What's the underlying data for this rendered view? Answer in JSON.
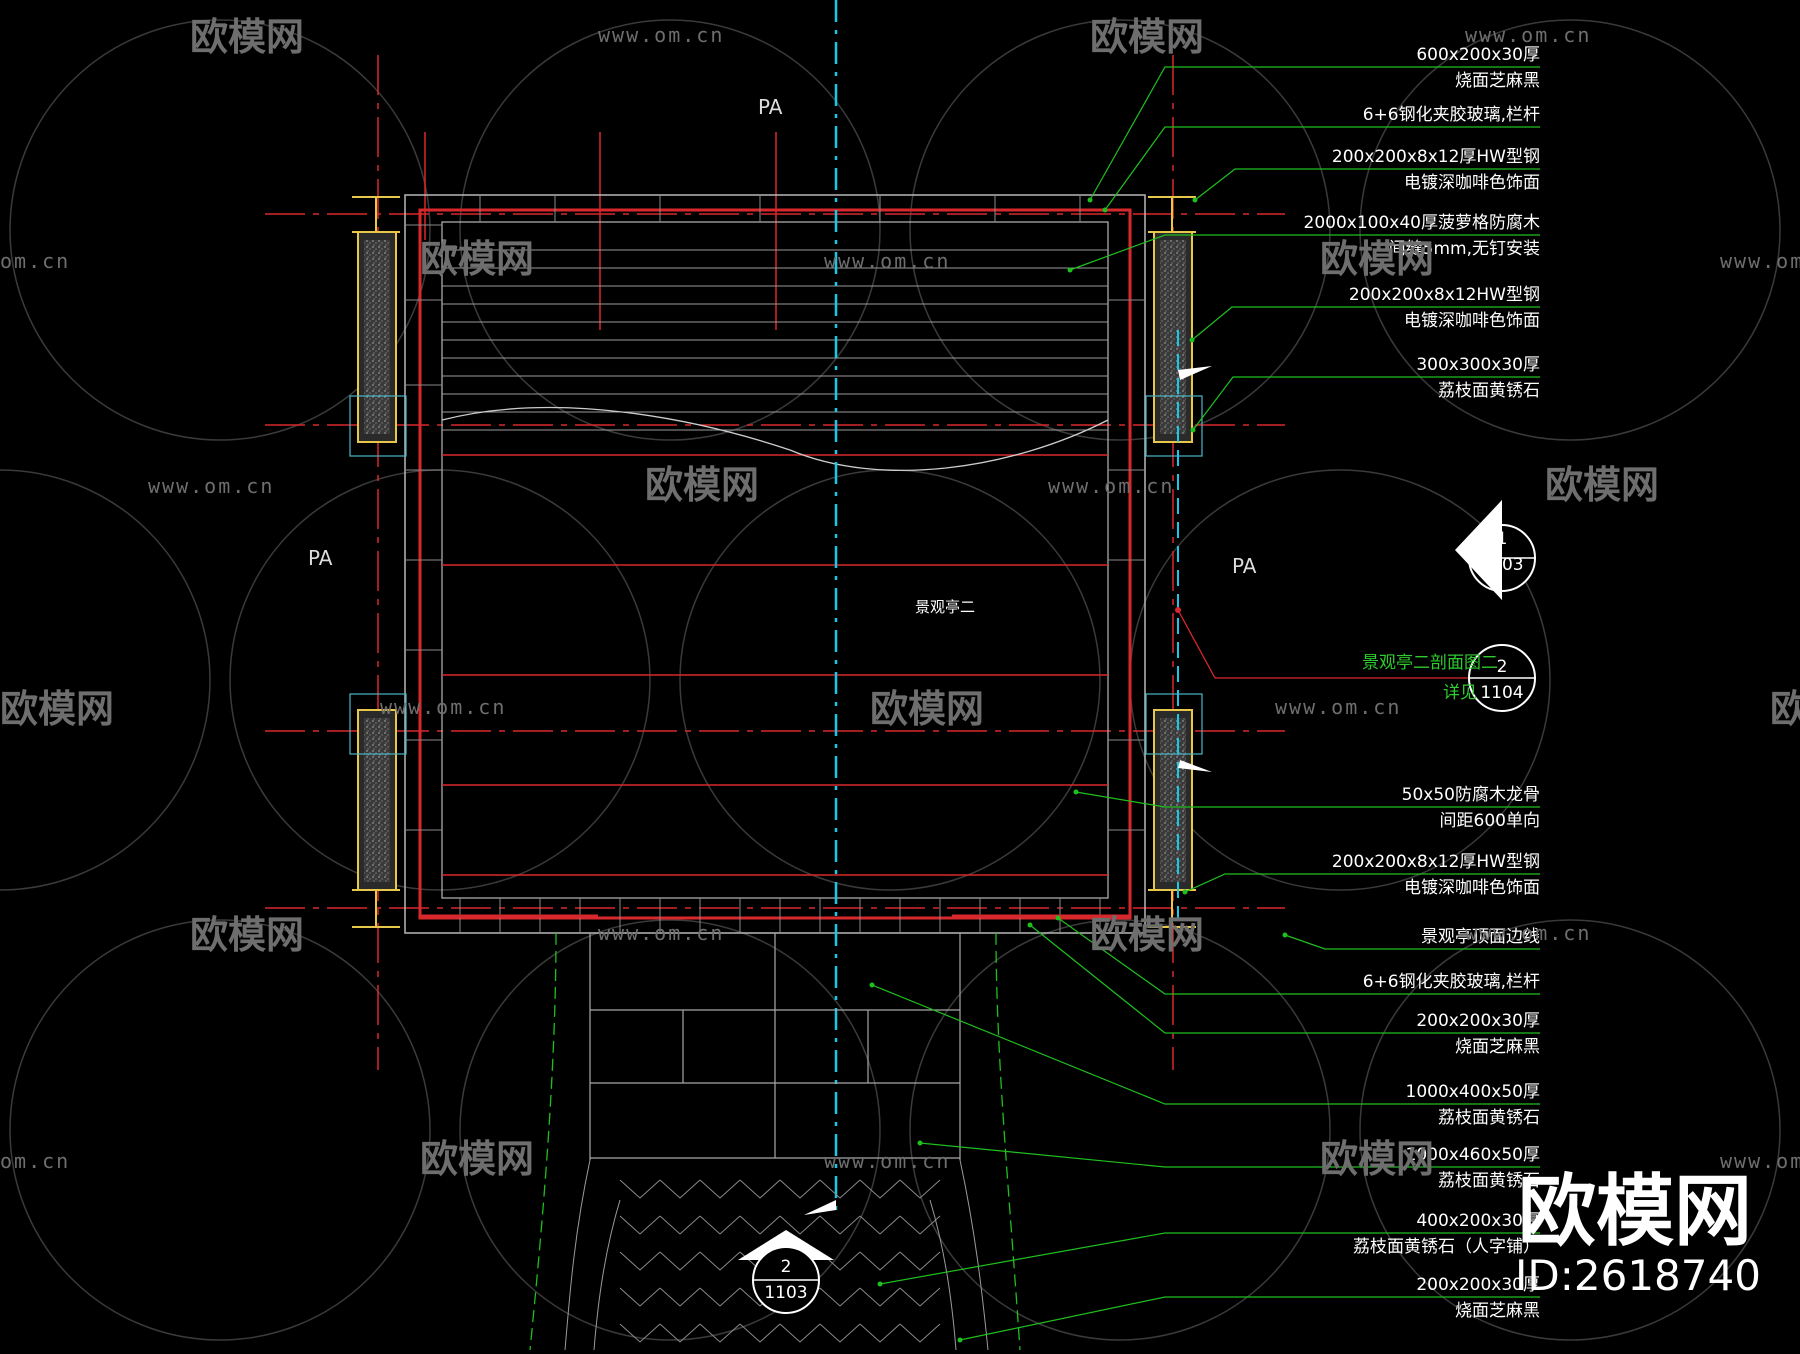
{
  "drawing": {
    "pavilion_name": "景观亭二",
    "pa_marks": [
      "PA",
      "PA",
      "PA"
    ],
    "section_callout": {
      "label_line1": "景观亭二剖面图二",
      "label_line2": "详见"
    }
  },
  "section_markers": [
    {
      "num": "1",
      "sheet": "1103"
    },
    {
      "num": "2",
      "sheet": "1104"
    },
    {
      "num": "2",
      "sheet": "1103"
    }
  ],
  "callouts": [
    {
      "line1": "600x200x30厚",
      "line2": "烧面芝麻黑"
    },
    {
      "line1": "6+6钢化夹胶玻璃,栏杆",
      "line2": ""
    },
    {
      "line1": "200x200x8x12厚HW型钢",
      "line2": "电镀深咖啡色饰面"
    },
    {
      "line1": "2000x100x40厚菠萝格防腐木",
      "line2": "间缝5mm,无钉安装"
    },
    {
      "line1": "200x200x8x12HW型钢",
      "line2": "电镀深咖啡色饰面"
    },
    {
      "line1": "300x300x30厚",
      "line2": "荔枝面黄锈石"
    },
    {
      "line1": "50x50防腐木龙骨",
      "line2": "间距600单向"
    },
    {
      "line1": "200x200x8x12厚HW型钢",
      "line2": "电镀深咖啡色饰面"
    },
    {
      "line1": "景观亭顶面边线",
      "line2": ""
    },
    {
      "line1": "6+6钢化夹胶玻璃,栏杆",
      "line2": ""
    },
    {
      "line1": "200x200x30厚",
      "line2": "烧面芝麻黑"
    },
    {
      "line1": "1000x400x50厚",
      "line2": "荔枝面黄锈石"
    },
    {
      "line1": "1000x460x50厚",
      "line2": "荔枝面黄锈石"
    },
    {
      "line1": "400x200x30厚",
      "line2": "荔枝面黄锈石（人字铺）"
    },
    {
      "line1": "200x200x30厚",
      "line2": "烧面芝麻黑"
    }
  ],
  "watermark": {
    "brand": "欧模网",
    "url": "www.om.cn",
    "url_short": "om.cn",
    "brand_large": "欧模网",
    "id_text": "ID:2618740"
  },
  "colors": {
    "red": "#d8282c",
    "green": "#1fbf1f",
    "cyan": "#19c8e6",
    "white": "#ffffff",
    "gray": "#9a9a9a"
  }
}
